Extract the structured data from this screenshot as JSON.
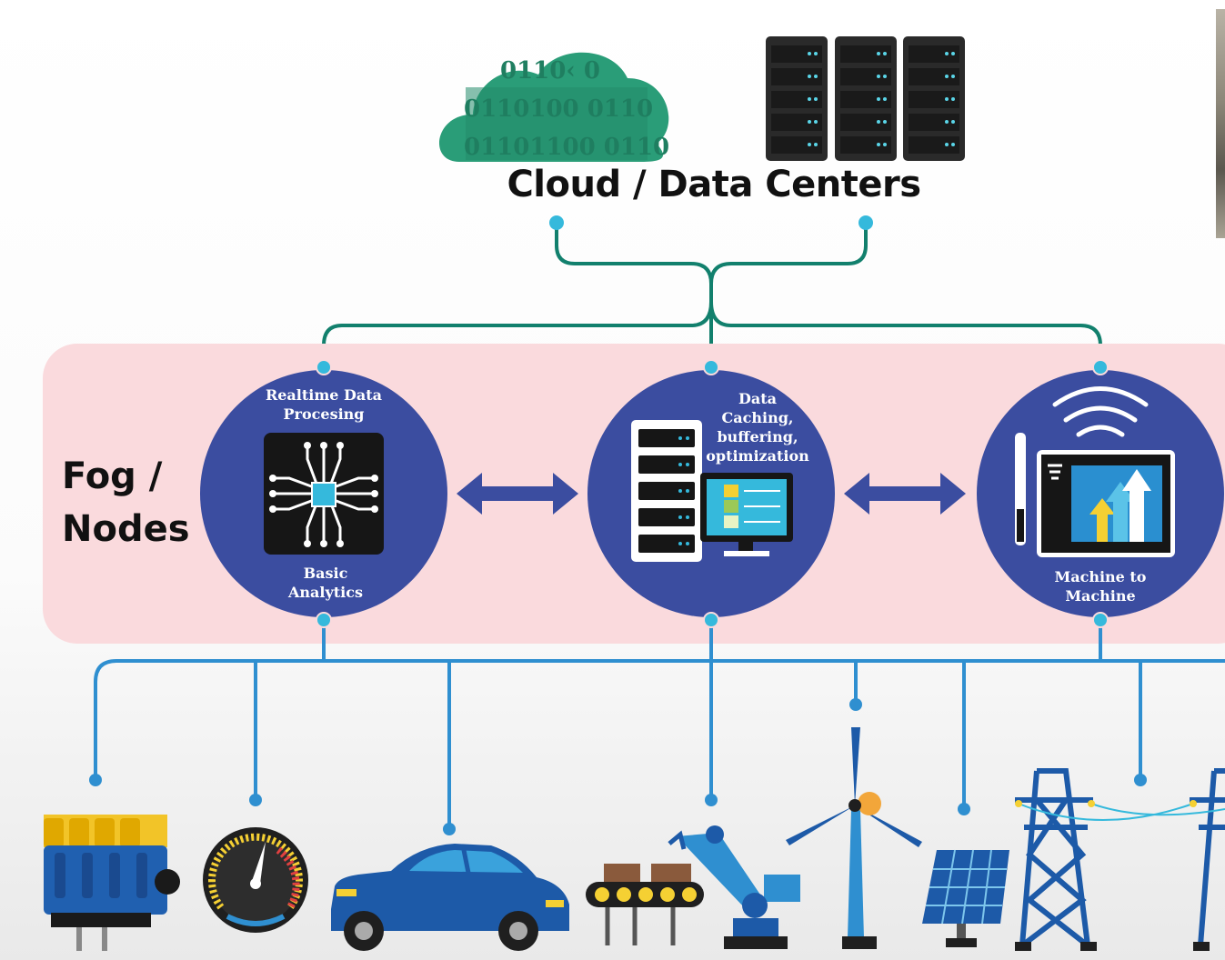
{
  "cloud": {
    "title": "Cloud / Data Centers",
    "binary_lines": [
      "0110‹ 0",
      "0110100 0110",
      "01101100 0110"
    ]
  },
  "fog": {
    "label_line1": "Fog /",
    "label_line2": "Nodes"
  },
  "nodes": {
    "left": {
      "top_text_line1": "Realtime Data",
      "top_text_line2": "Procesing",
      "bottom_text_line1": "Basic",
      "bottom_text_line2": "Analytics"
    },
    "middle": {
      "text_line1": "Data",
      "text_line2": "Caching,",
      "text_line3": "buffering,",
      "text_line4": "optimization"
    },
    "right": {
      "text_line1": "Machine to",
      "text_line2": "Machine"
    }
  },
  "colors": {
    "fog_band": "#fadadd",
    "node_circle": "#3b4da0",
    "cloud_line": "#12806d",
    "device_line": "#2f8fd0",
    "cloud_shape": "#2a9d78",
    "server_body": "#2a2a2a",
    "arrow": "#3b4da0"
  },
  "icons": {
    "cloud": "cloud-icon",
    "servers": "server-rack-icon",
    "chip": "chip-icon",
    "cache_server": "server-monitor-icon",
    "m2m": "tablet-wifi-icon",
    "engine": "engine-icon",
    "gauge": "speedometer-icon",
    "car": "car-icon",
    "robot": "robot-arm-icon",
    "wind": "wind-turbine-icon",
    "solar": "solar-panel-icon",
    "power": "power-tower-icon"
  }
}
